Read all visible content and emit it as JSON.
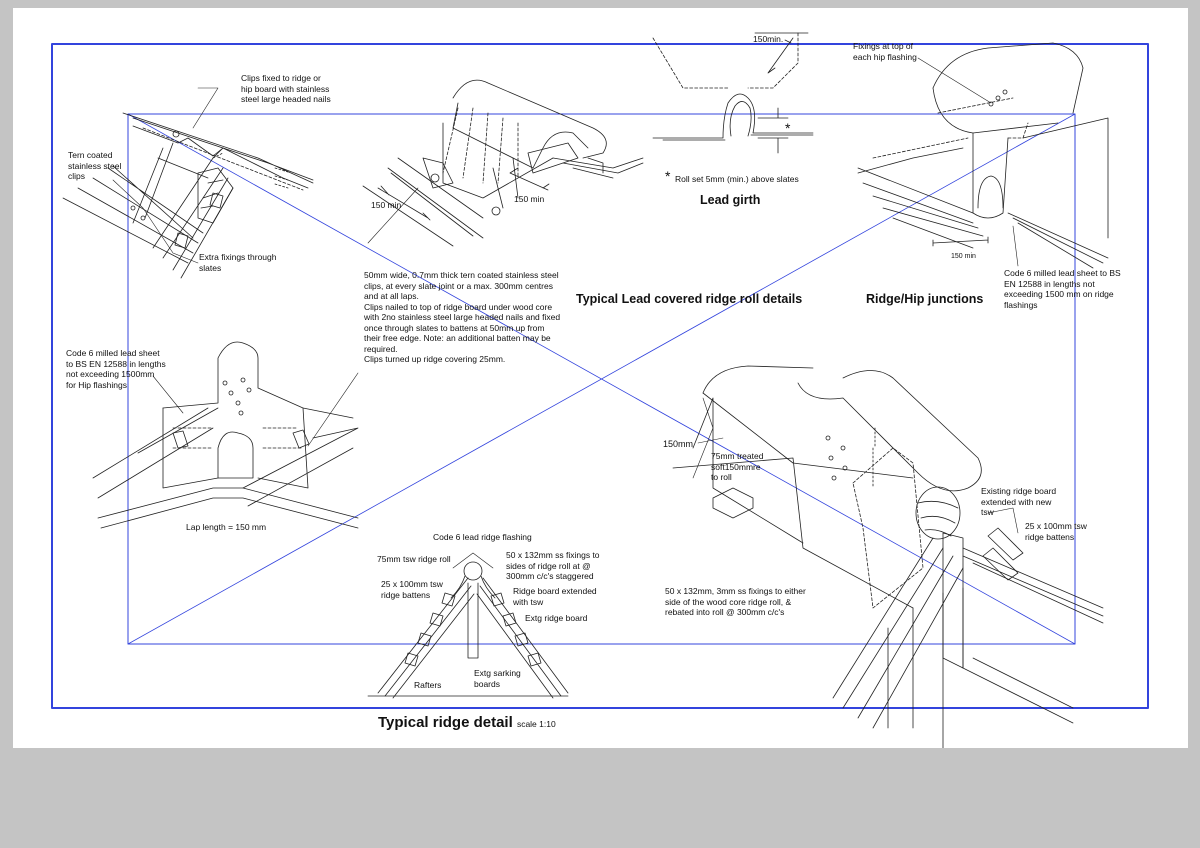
{
  "titles": {
    "lead_roll": "Typical Lead covered ridge roll details",
    "ridge_hip": "Ridge/Hip junctions",
    "lead_girth": "Lead girth",
    "ridge_detail": "Typical ridge detail",
    "ridge_detail_scale": "scale 1:10"
  },
  "labels": {
    "clips_fixed": "Clips fixed to ridge or\nhip board with stainless\nsteel large headed nails",
    "tern_coated": "Tern coated\nstainless steel\nclips",
    "extra_fixings": "Extra fixings through\nslates",
    "dim_150_a": "150 min",
    "dim_150_b": "150 min",
    "clips_note": "50mm wide, 0.7mm thick tern coated stainless steel\nclips, at every slate joint or a max. 300mm centres\nand at all laps.\nClips nailed to top of ridge board under wood core\nwith 2no stainless steel large headed nails and fixed\nonce through slates to battens at 50mm up from\ntheir free edge. Note: an additional batten may be\nrequired.\nClips turned up ridge covering 25mm.",
    "dim_150_top": "150min.",
    "asterisk": "*",
    "roll_set": "Roll set 5mm (min.) above slates",
    "fixings_hip": "Fixings at top of\neach hip flashing",
    "dim_150_hip": "150 min",
    "code6_ridge": "Code 6 milled lead sheet to BS\nEN 12588 in lengths not\nexceeding 1500 mm on ridge\nflashings",
    "code6_hip": "Code 6 milled lead sheet\nto BS EN 12588 in lengths\nnot exceeding 1500mm\nfor Hip flashings",
    "lap_length": "Lap length = 150 mm",
    "code6_flashing": "Code 6 lead ridge flashing",
    "tsw_roll": "75mm tsw ridge roll",
    "ss_fixings_sides": "50 x 132mm ss fixings to\nsides of ridge roll at @\n300mm c/c's staggered",
    "battens_25": "25 x 100mm tsw\nridge battens",
    "ridge_board_ext": "Ridge board extended\nwith tsw",
    "extg_ridge_board": "Extg ridge board",
    "rafters": "Rafters",
    "extg_sarking": "Extg sarking\nboards",
    "dim_150mm": "150mm",
    "treated_roll": "75mm treated\nsoft150mmre\nto roll",
    "existing_ridge": "Existing ridge board\nextended with new\ntsw",
    "battens_25b": "25 x 100mm tsw\nridge battens",
    "ss_fixings_either": "50 x 132mm, 3mm ss fixings to either\nside of the wood core ridge roll, &\nrebated into roll  @ 300mm c/c's"
  }
}
